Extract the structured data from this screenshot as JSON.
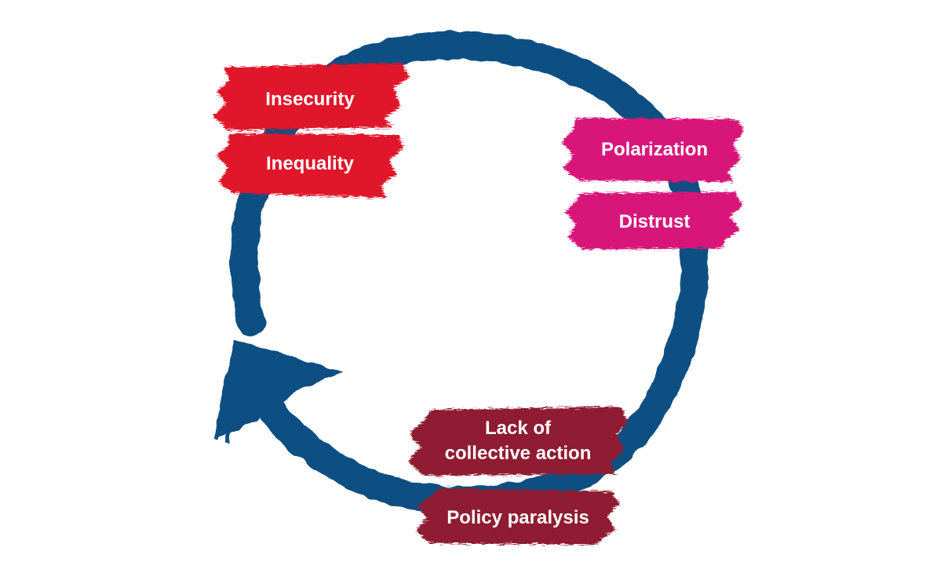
{
  "colors": {
    "cycle_arrow": "#0d4f83",
    "red": "#e0122b",
    "pink": "#d8197a",
    "maroon": "#8f1a32"
  },
  "labels": {
    "insecurity": "Insecurity",
    "inequality": "Inequality",
    "polarization": "Polarization",
    "distrust": "Distrust",
    "lack_of_line1": "Lack of",
    "lack_of_line2": "collective action",
    "policy_paralysis": "Policy paralysis"
  }
}
